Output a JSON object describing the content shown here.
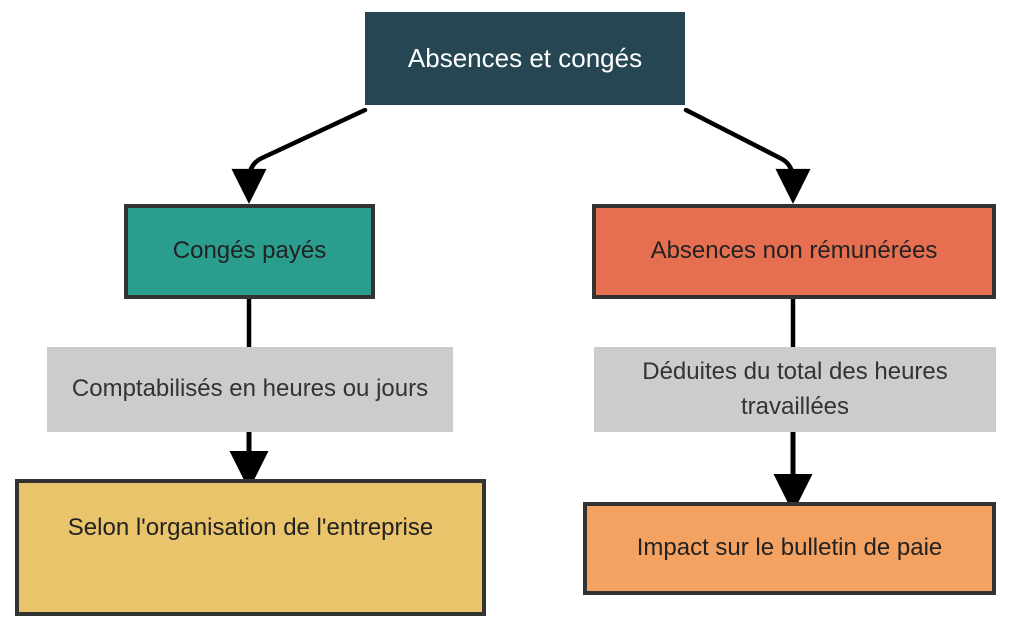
{
  "diagram": {
    "title": "Absences et congés",
    "orientation": "top-down",
    "palette": {
      "root_fill": "#264653",
      "root_text": "#ffffff",
      "root_border": "#ffffff",
      "branch_left_fill": "#2a9d8f",
      "branch_right_fill": "#e76f51",
      "leaf_left_fill": "#e9c46a",
      "leaf_right_fill": "#f4a261",
      "note_fill": "#cccccc",
      "node_stroke": "#333333",
      "edge_stroke": "#000000",
      "background": "#ffffff"
    },
    "nodes": {
      "root": {
        "label": "Absences et congés"
      },
      "conges_payes": {
        "label": "Congés payés"
      },
      "absences_non_remunerees": {
        "label": "Absences non rémunérées"
      },
      "note_left": {
        "label": "Comptabilisés en heures ou jours"
      },
      "note_right": {
        "label": "Déduites du total des heures travaillées"
      },
      "selon_organisation": {
        "label": "Selon l'organisation de l'entreprise"
      },
      "impact_bulletin": {
        "label": "Impact sur le bulletin de paie"
      }
    },
    "edges": [
      {
        "from": "root",
        "to": "conges_payes",
        "style": "curved",
        "arrowhead": true
      },
      {
        "from": "root",
        "to": "absences_non_remunerees",
        "style": "curved",
        "arrowhead": true
      },
      {
        "from": "conges_payes",
        "to": "note_left",
        "style": "straight",
        "arrowhead": false
      },
      {
        "from": "absences_non_remunerees",
        "to": "note_right",
        "style": "straight",
        "arrowhead": false
      },
      {
        "from": "note_left",
        "to": "selon_organisation",
        "style": "straight",
        "arrowhead": true
      },
      {
        "from": "note_right",
        "to": "impact_bulletin",
        "style": "straight",
        "arrowhead": true
      }
    ]
  }
}
